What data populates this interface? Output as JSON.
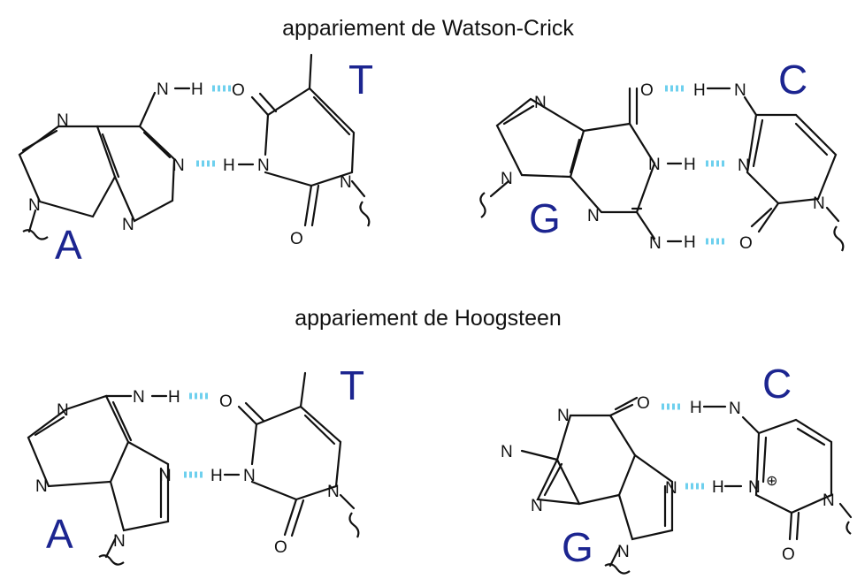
{
  "titles": {
    "watson_crick": "appariement de Watson-Crick",
    "hoogsteen": "appariement de Hoogsteen"
  },
  "bases": {
    "adenine": "A",
    "thymine": "T",
    "guanine": "G",
    "cytosine": "C"
  },
  "atoms": {
    "nitrogen": "N",
    "hydrogen": "H",
    "oxygen": "O",
    "charge_plus": "⊕"
  },
  "colors": {
    "base_letter": "#1c2590",
    "hydrogen_bond": "#6ed0ee",
    "text": "#111111"
  }
}
